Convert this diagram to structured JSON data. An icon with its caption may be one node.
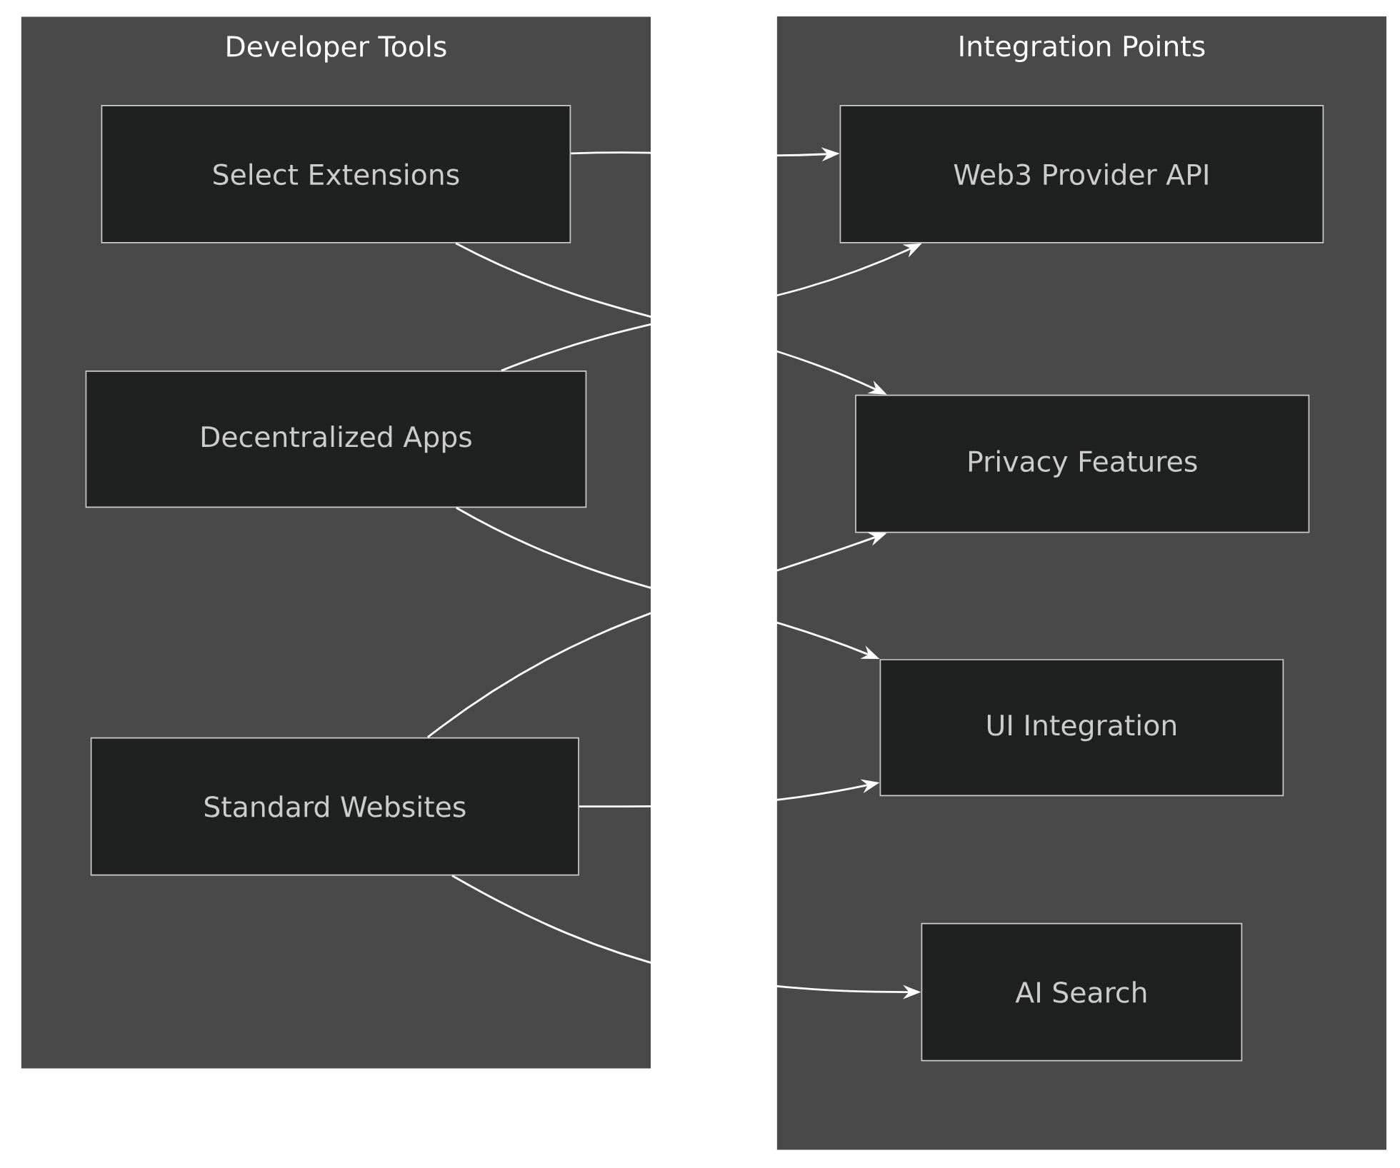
{
  "diagram": {
    "nodes": [
      {
        "text": [
          "Developer Tools"
        ]
      },
      {
        "text": [
          "Select Extensions"
        ],
        "in": 0
      },
      {
        "text": [
          "Decentralized Apps"
        ],
        "in": 0
      },
      {
        "text": [
          "Standard Websites"
        ],
        "in": 0
      },
      {
        "text": [
          "Integration Points"
        ]
      },
      {
        "text": [
          "Web3 Provider API"
        ],
        "in": 4
      },
      {
        "text": [
          "Privacy Features"
        ],
        "in": 4
      },
      {
        "text": [
          "UI Integration"
        ],
        "in": 4
      },
      {
        "text": [
          "AI Search"
        ],
        "in": 4
      }
    ],
    "edges": [
      {
        "from": 1,
        "to": 5,
        "arrow": "to"
      },
      {
        "from": 1,
        "to": 6,
        "arrow": "to"
      },
      {
        "from": 2,
        "to": 5,
        "arrow": "to"
      },
      {
        "from": 2,
        "to": 7,
        "arrow": "to"
      },
      {
        "from": 3,
        "to": 6,
        "arrow": "to"
      },
      {
        "from": 3,
        "to": 7,
        "arrow": "to"
      },
      {
        "from": 3,
        "to": 8,
        "arrow": "to"
      }
    ]
  }
}
